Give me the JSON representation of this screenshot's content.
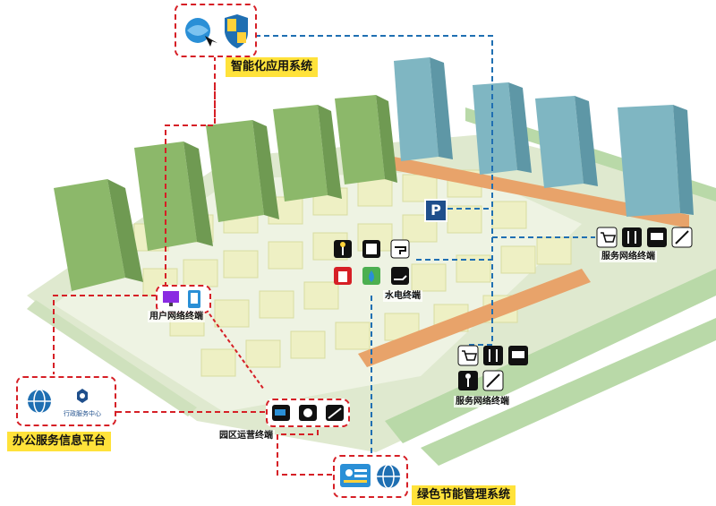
{
  "labels": {
    "smart_app": "智能化应用系统",
    "office_platform": "办公服务信息平台",
    "green_energy": "绿色节能管理系统",
    "user_terminal": "用户网络终端",
    "park_terminal": "园区运营终端",
    "water_power_terminal": "水电终端",
    "service_terminal_right": "服务网络终端",
    "service_terminal_center": "服务网络终端",
    "admin_center_logo": "行政服务中心",
    "parking_sign": "P"
  },
  "colors": {
    "red_dash": "#d61f26",
    "blue_dash": "#1f6fb2",
    "tag_yellow": "#ffe23a",
    "tower_green": "#8cb86a",
    "tower_teal": "#7fb6c2",
    "block_cream": "#eef0c4",
    "ground": "#dfe9cf"
  },
  "icons": {
    "smart_app": [
      "globe-cursor-icon",
      "shield-icon"
    ],
    "office": [
      "globe-icon",
      "admin-center-logo"
    ],
    "green": [
      "dashboard-icon",
      "globe-icon"
    ],
    "user_terminal": [
      "monitor-icon",
      "phone-icon"
    ],
    "park_terminal": [
      "camera-icon",
      "access-card-icon",
      "barrier-gate-icon"
    ],
    "water_power": [
      "street-lamp-icon",
      "meter-icon",
      "tap-icon",
      "hydrant-icon",
      "water-drop-icon",
      "hand-icon"
    ],
    "service_right": [
      "cart-icon",
      "dining-icon",
      "laptop-icon",
      "fitness-icon"
    ],
    "service_center": [
      "cart-icon",
      "dining-icon",
      "laptop-icon",
      "fitness-icon"
    ]
  }
}
